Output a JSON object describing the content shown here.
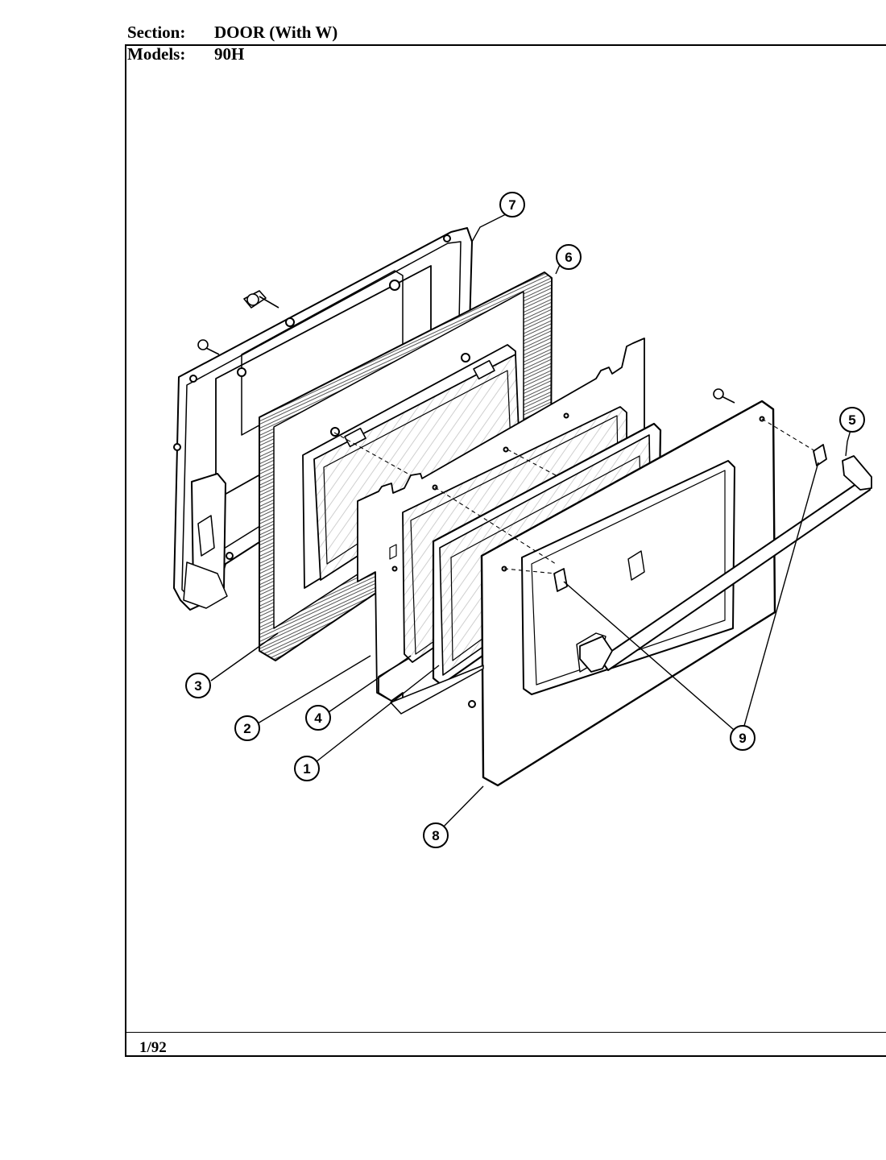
{
  "header": {
    "section_label": "Section:",
    "section_value": "DOOR (With W)",
    "models_label": "Models:",
    "models_value": "90H"
  },
  "footer": {
    "date_code": "1/92"
  },
  "callouts": [
    {
      "id": "callout-1",
      "number": "1"
    },
    {
      "id": "callout-2",
      "number": "2"
    },
    {
      "id": "callout-3",
      "number": "3"
    },
    {
      "id": "callout-4",
      "number": "4"
    },
    {
      "id": "callout-5",
      "number": "5"
    },
    {
      "id": "callout-6",
      "number": "6"
    },
    {
      "id": "callout-7",
      "number": "7"
    },
    {
      "id": "callout-8",
      "number": "8"
    },
    {
      "id": "callout-9",
      "number": "9"
    }
  ]
}
